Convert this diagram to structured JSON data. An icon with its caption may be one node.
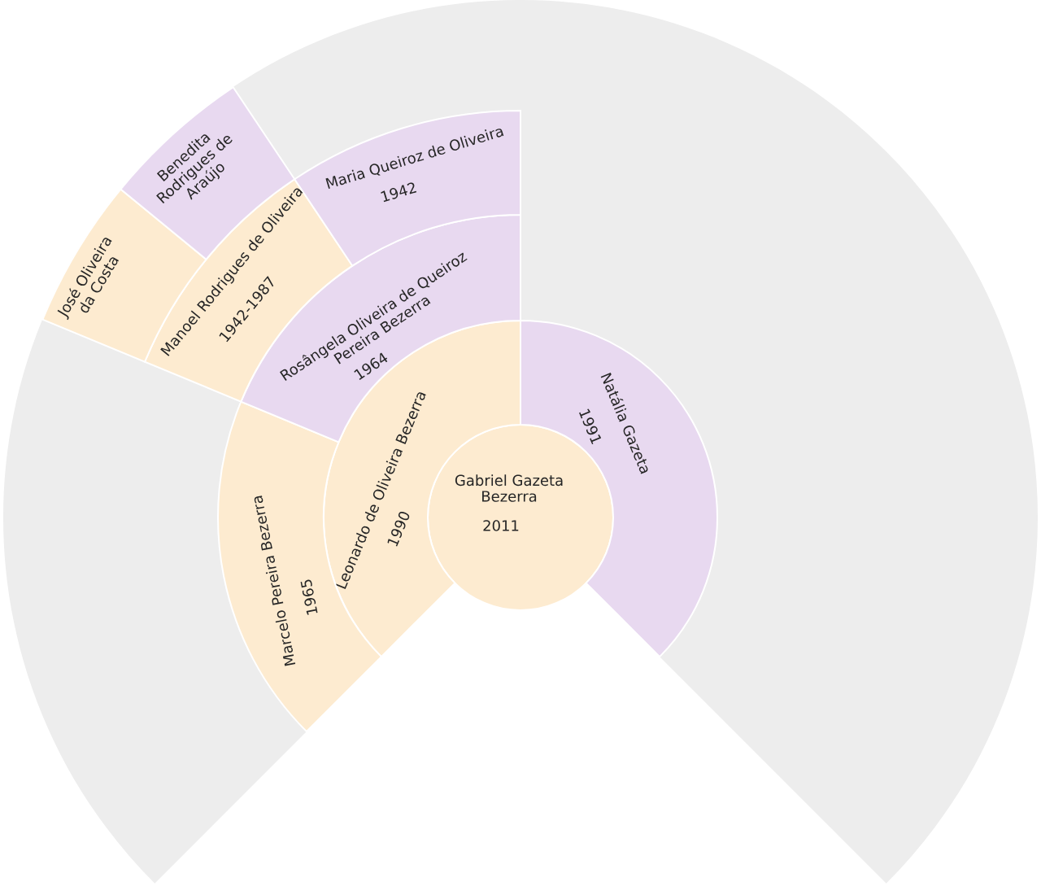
{
  "diagram": {
    "nodes": [
      {
        "text": [
          "Gabriel Gazeta Bezerra",
          "2011"
        ]
      },
      {
        "text": [
          "Leonardo de Oliveira Bezerra",
          "1990"
        ]
      },
      {
        "text": [
          "Natália Gazeta",
          "1991"
        ]
      },
      {
        "text": [
          "Marcelo Pereira Bezerra",
          "1965"
        ]
      },
      {
        "text": [
          "Rosângela Oliveira de Queiroz Pereira Bezerra",
          "1964"
        ]
      },
      {
        "text": [
          "Manoel Rodrigues de Oliveira",
          "1942-1987"
        ]
      },
      {
        "text": [
          "Maria Queiroz de Oliveira",
          "1942"
        ]
      },
      {
        "text": [
          "José Oliveira da Costa"
        ]
      },
      {
        "text": [
          "Benedita Rodrigues de Araújo"
        ]
      }
    ]
  }
}
